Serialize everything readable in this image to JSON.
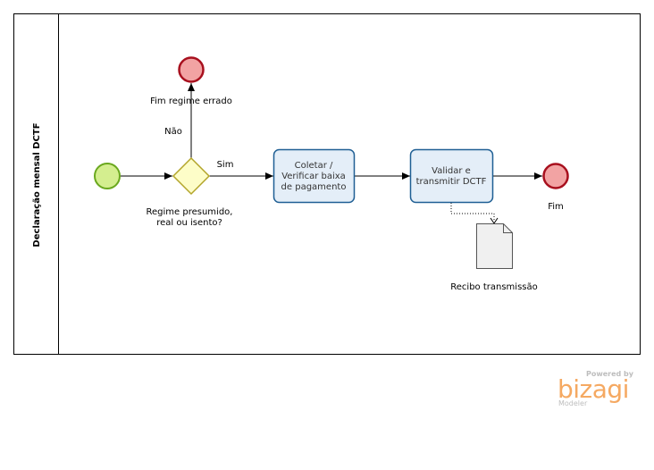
{
  "pool": {
    "label": "Declaração mensal  DCTF"
  },
  "gateway": {
    "label_line1": "Regime presumido,",
    "label_line2": "real ou isento?"
  },
  "flows": {
    "no_label": "Não",
    "yes_label": "Sim"
  },
  "end_wrong": {
    "label": "Fim regime errado"
  },
  "task1": {
    "line1": "Coletar /",
    "line2": "Verificar baixa",
    "line3": "de pagamento"
  },
  "task2": {
    "line1": "Validar e",
    "line2": "transmitir DCTF"
  },
  "end_main": {
    "label": "Fim"
  },
  "artifact": {
    "label": "Recibo transmissão"
  },
  "watermark": {
    "powered": "Powered by",
    "brand": "bizagi",
    "product": "Modeler"
  },
  "colors": {
    "start_fill": "#d4ee8f",
    "start_stroke": "#6aa81e",
    "end_fill": "#f2a3a3",
    "end_stroke": "#a8101e",
    "gateway_fill": "#fdfdc8",
    "gateway_stroke": "#b3a52a",
    "task_fill": "#e4eef8",
    "task_stroke": "#1f5f94",
    "brand": "#f5a962"
  }
}
